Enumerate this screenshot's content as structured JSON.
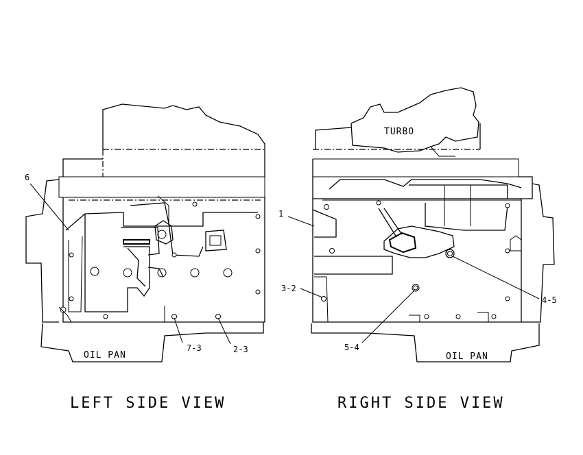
{
  "left_view": {
    "title": "LEFT SIDE VIEW",
    "oil_pan_label": "OIL PAN",
    "callouts": [
      "6",
      "7-3",
      "2-3"
    ]
  },
  "right_view": {
    "title": "RIGHT SIDE VIEW",
    "oil_pan_label": "OIL PAN",
    "turbo_label": "TURBO",
    "callouts": [
      "1",
      "3-2",
      "5-4",
      "4-5"
    ]
  }
}
